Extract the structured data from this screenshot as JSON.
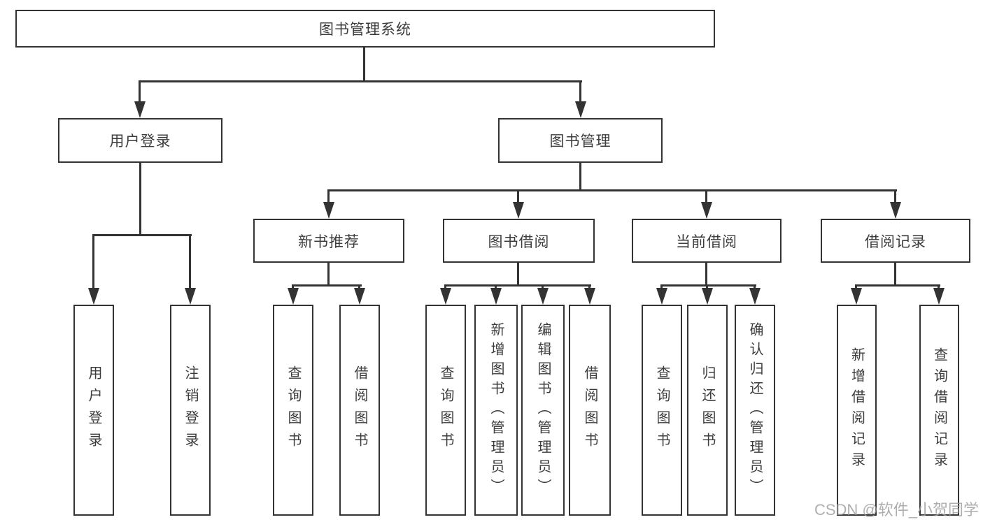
{
  "diagram": {
    "type": "hierarchy-tree",
    "root_label": "图书管理系统",
    "branches": [
      {
        "label": "用户登录",
        "children": [
          {
            "label": "用户登录"
          },
          {
            "label": "注销登录"
          }
        ]
      },
      {
        "label": "图书管理",
        "children": [
          {
            "label": "新书推荐",
            "children": [
              {
                "label": "查询图书"
              },
              {
                "label": "借阅图书"
              }
            ]
          },
          {
            "label": "图书借阅",
            "children": [
              {
                "label": "查询图书"
              },
              {
                "label": "新增图书（管理员）"
              },
              {
                "label": "编辑图书（管理员）"
              },
              {
                "label": "借阅图书"
              }
            ]
          },
          {
            "label": "当前借阅",
            "children": [
              {
                "label": "查询图书"
              },
              {
                "label": "归还图书"
              },
              {
                "label": "确认归还（管理员）"
              }
            ]
          },
          {
            "label": "借阅记录",
            "children": [
              {
                "label": "新增借阅记录"
              },
              {
                "label": "查询借阅记录"
              }
            ]
          }
        ]
      }
    ]
  },
  "watermark": {
    "text": "CSDN @软件_小贺同学"
  },
  "colors": {
    "line": "#333333",
    "text": "#3c3c3c",
    "background": "#ffffff",
    "watermark": "#9a9a9a"
  }
}
